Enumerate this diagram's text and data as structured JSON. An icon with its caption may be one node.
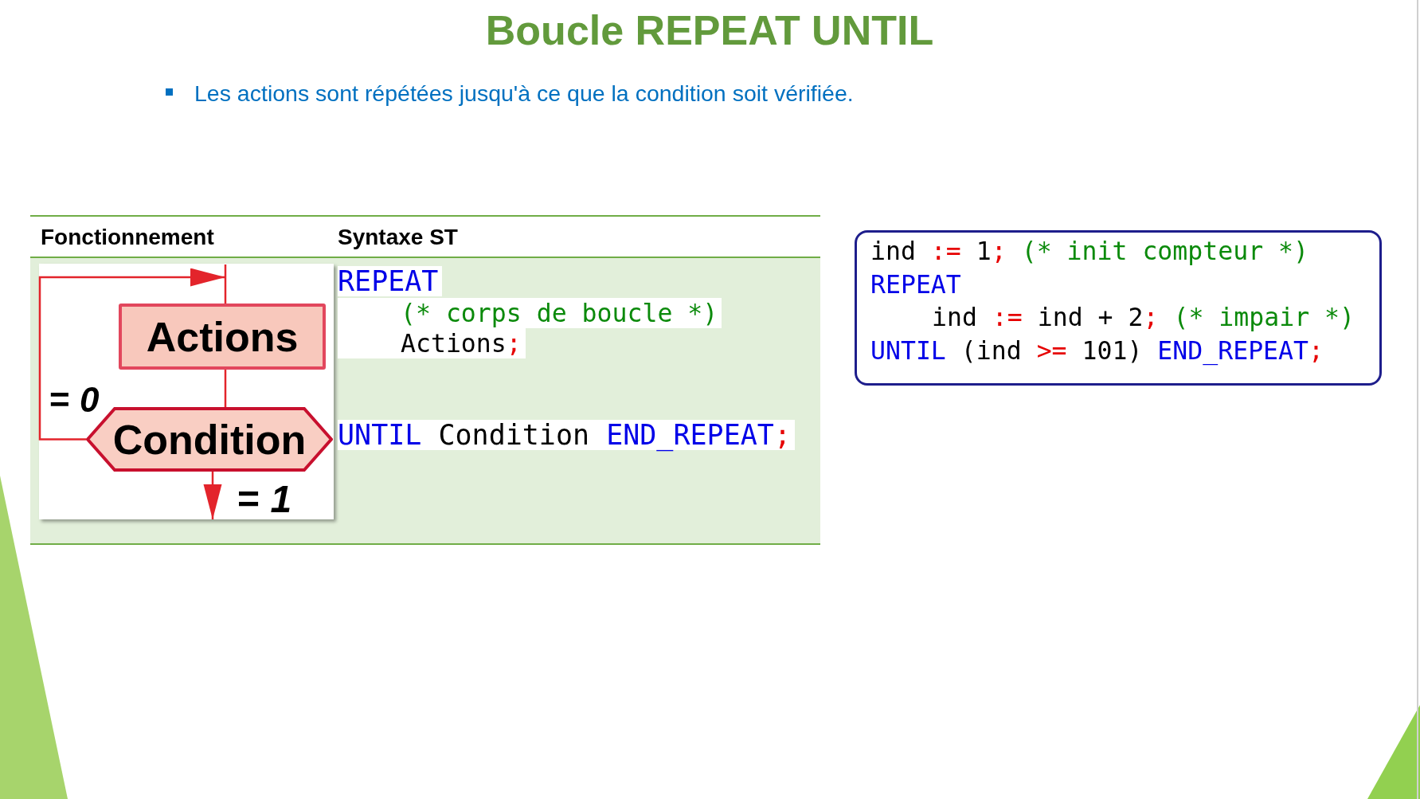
{
  "diagram": {
    "title": "Boucle REPEAT UNTIL",
    "nodes": [
      {
        "text": [
          "Actions"
        ]
      },
      {
        "text": [
          "Condition"
        ]
      },
      {
        "text": [
          "ind := 1; (* init compteur *)",
          "REPEAT",
          "ind := ind + 2; (* impair *)",
          "UNTIL (ind >= 101) END_REPEAT;"
        ]
      }
    ],
    "edges": [
      {
        "from": null,
        "to": 0,
        "arrow": "none"
      },
      {
        "from": 0,
        "to": 1,
        "arrow": "none"
      },
      {
        "from": 1,
        "to": 0,
        "arrow": "to",
        "label": "= *0*"
      },
      {
        "from": 1,
        "to": null,
        "arrow": "to",
        "label": "= *1*"
      }
    ],
    "labels": [
      "Les actions sont répétées jusqu'à ce que la condition soit vérifiée.",
      "Fonctionnement",
      "Syntaxe ST",
      "REPEAT",
      "(* corps de boucle *)",
      "Actions;",
      "UNTIL Condition END_REPEAT;"
    ]
  }
}
